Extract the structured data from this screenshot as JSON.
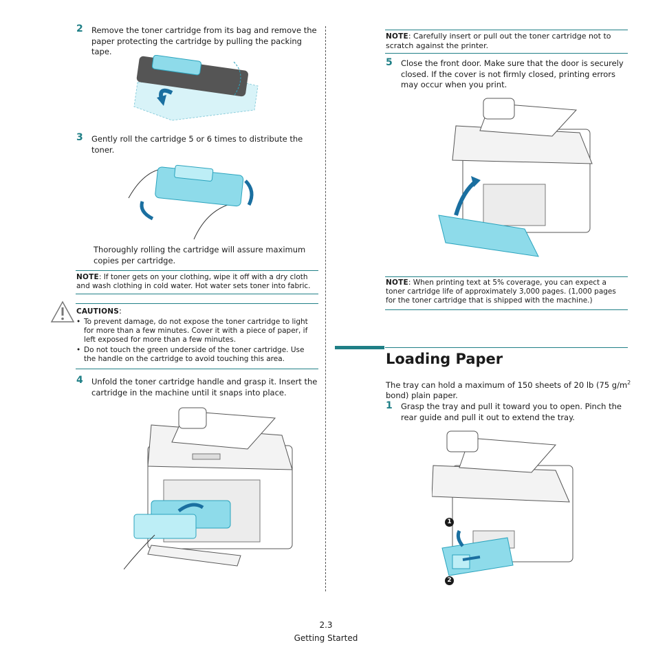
{
  "left_column": {
    "step2": {
      "number": "2",
      "text": "Remove the toner cartridge from its bag and remove the paper protecting the cartridge by pulling the packing tape."
    },
    "step3": {
      "number": "3",
      "text": "Gently roll the cartridge 5 or 6 times to distribute the toner."
    },
    "roll_note": "Thoroughly rolling the cartridge will assure maximum copies per cartridge.",
    "note1": {
      "label": "NOTE",
      "text": ": If toner gets on your clothing, wipe it off with a dry cloth and wash clothing in cold water. Hot water sets toner into fabric."
    },
    "cautions": {
      "label": "CAUTIONS",
      "colon": ":",
      "items": [
        "To prevent damage, do not expose the toner cartridge to light for more than a few minutes. Cover it with a piece of paper, if left exposed for more than a few minutes.",
        "Do not touch the green underside of the toner cartridge. Use the handle on the cartridge to avoid touching this area."
      ]
    },
    "step4": {
      "number": "4",
      "text": "Unfold the toner cartridge handle and grasp it. Insert the cartridge in the machine until it snaps into place."
    }
  },
  "right_column": {
    "note2": {
      "label": "NOTE",
      "text": ": Carefully insert or pull out the toner cartridge not to scratch against the printer."
    },
    "step5": {
      "number": "5",
      "text": "Close the front door. Make sure that the door is securely closed. If the cover is not firmly closed, printing errors may occur when you print."
    },
    "note3": {
      "label": "NOTE",
      "text": ": When printing text at 5% coverage, you can expect a toner cartridge life of approximately 3,000 pages. (1,000 pages for the toner cartridge that is shipped with the machine.)"
    },
    "section_title": "Loading Paper",
    "tray_text_a": "The tray can hold a maximum of 150 sheets of 20 lb (75 g/m",
    "tray_text_sup": "2",
    "tray_text_b": "bond) plain paper.",
    "step1": {
      "number": "1",
      "text": "Grasp the tray and pull it toward you to open. Pinch the rear guide and pull it out to extend the tray."
    },
    "callout1": "1",
    "callout2": "2"
  },
  "footer": {
    "page_number": "2.3",
    "chapter": "Getting Started"
  },
  "colors": {
    "accent": "#1f7f86",
    "cartridge": "#7fd6e6",
    "cartridge_dark": "#2aa3bd"
  }
}
